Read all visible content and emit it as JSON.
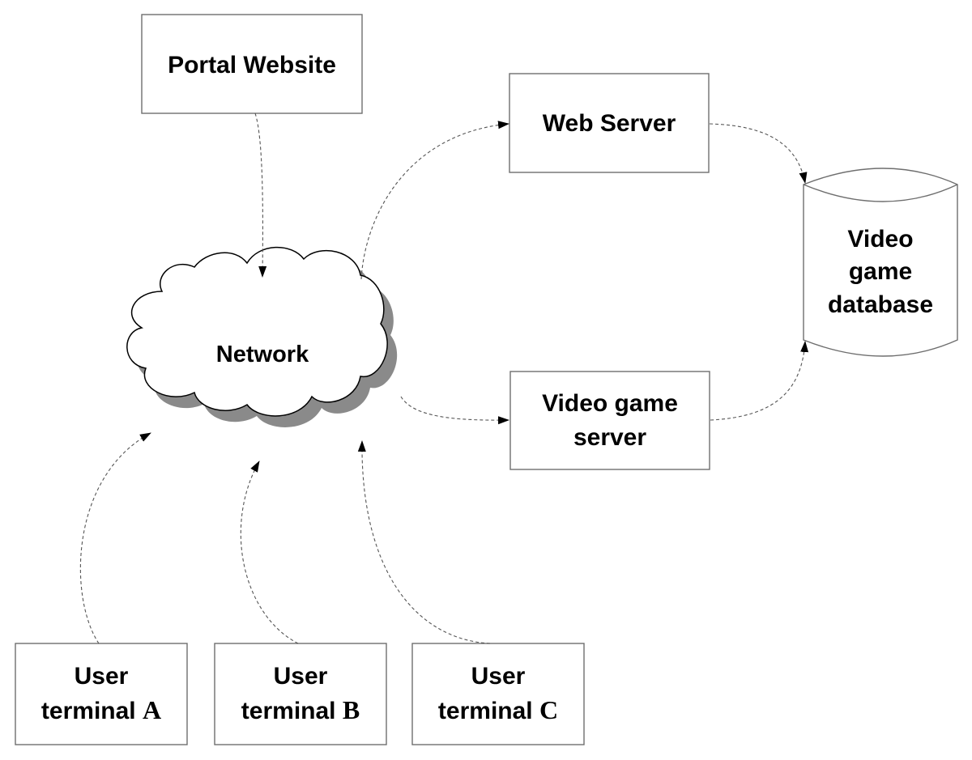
{
  "diagram": {
    "nodes": {
      "portal": {
        "label": "Portal Website",
        "shape": "rectangle"
      },
      "network": {
        "label": "Network",
        "shape": "cloud"
      },
      "web_server": {
        "label": "Web Server",
        "shape": "rectangle"
      },
      "game_server": {
        "lines": [
          "Video game",
          "server"
        ],
        "shape": "rectangle"
      },
      "database": {
        "lines": [
          "Video",
          "game",
          "database"
        ],
        "shape": "cylinder"
      },
      "terminal_a": {
        "line1": "User",
        "line2_prefix": "terminal ",
        "letter": "A",
        "shape": "rectangle"
      },
      "terminal_b": {
        "line1": "User",
        "line2_prefix": "terminal ",
        "letter": "B",
        "shape": "rectangle"
      },
      "terminal_c": {
        "line1": "User",
        "line2_prefix": "terminal ",
        "letter": "C",
        "shape": "rectangle"
      }
    },
    "edges": [
      {
        "from": "Portal Website",
        "to": "Network",
        "style": "dashed"
      },
      {
        "from": "Network",
        "to": "Web Server",
        "style": "dashed"
      },
      {
        "from": "Network",
        "to": "Video game server",
        "style": "dashed"
      },
      {
        "from": "Web Server",
        "to": "Video game database",
        "style": "dashed"
      },
      {
        "from": "Video game server",
        "to": "Video game database",
        "style": "dashed"
      },
      {
        "from": "User terminal A",
        "to": "Network",
        "style": "dashed"
      },
      {
        "from": "User terminal B",
        "to": "Network",
        "style": "dashed"
      },
      {
        "from": "User terminal C",
        "to": "Network",
        "style": "dashed"
      }
    ],
    "colors": {
      "line": "#555555",
      "border": "#6e6e6e",
      "shadow": "#8a8a8a",
      "text": "#000000"
    }
  }
}
